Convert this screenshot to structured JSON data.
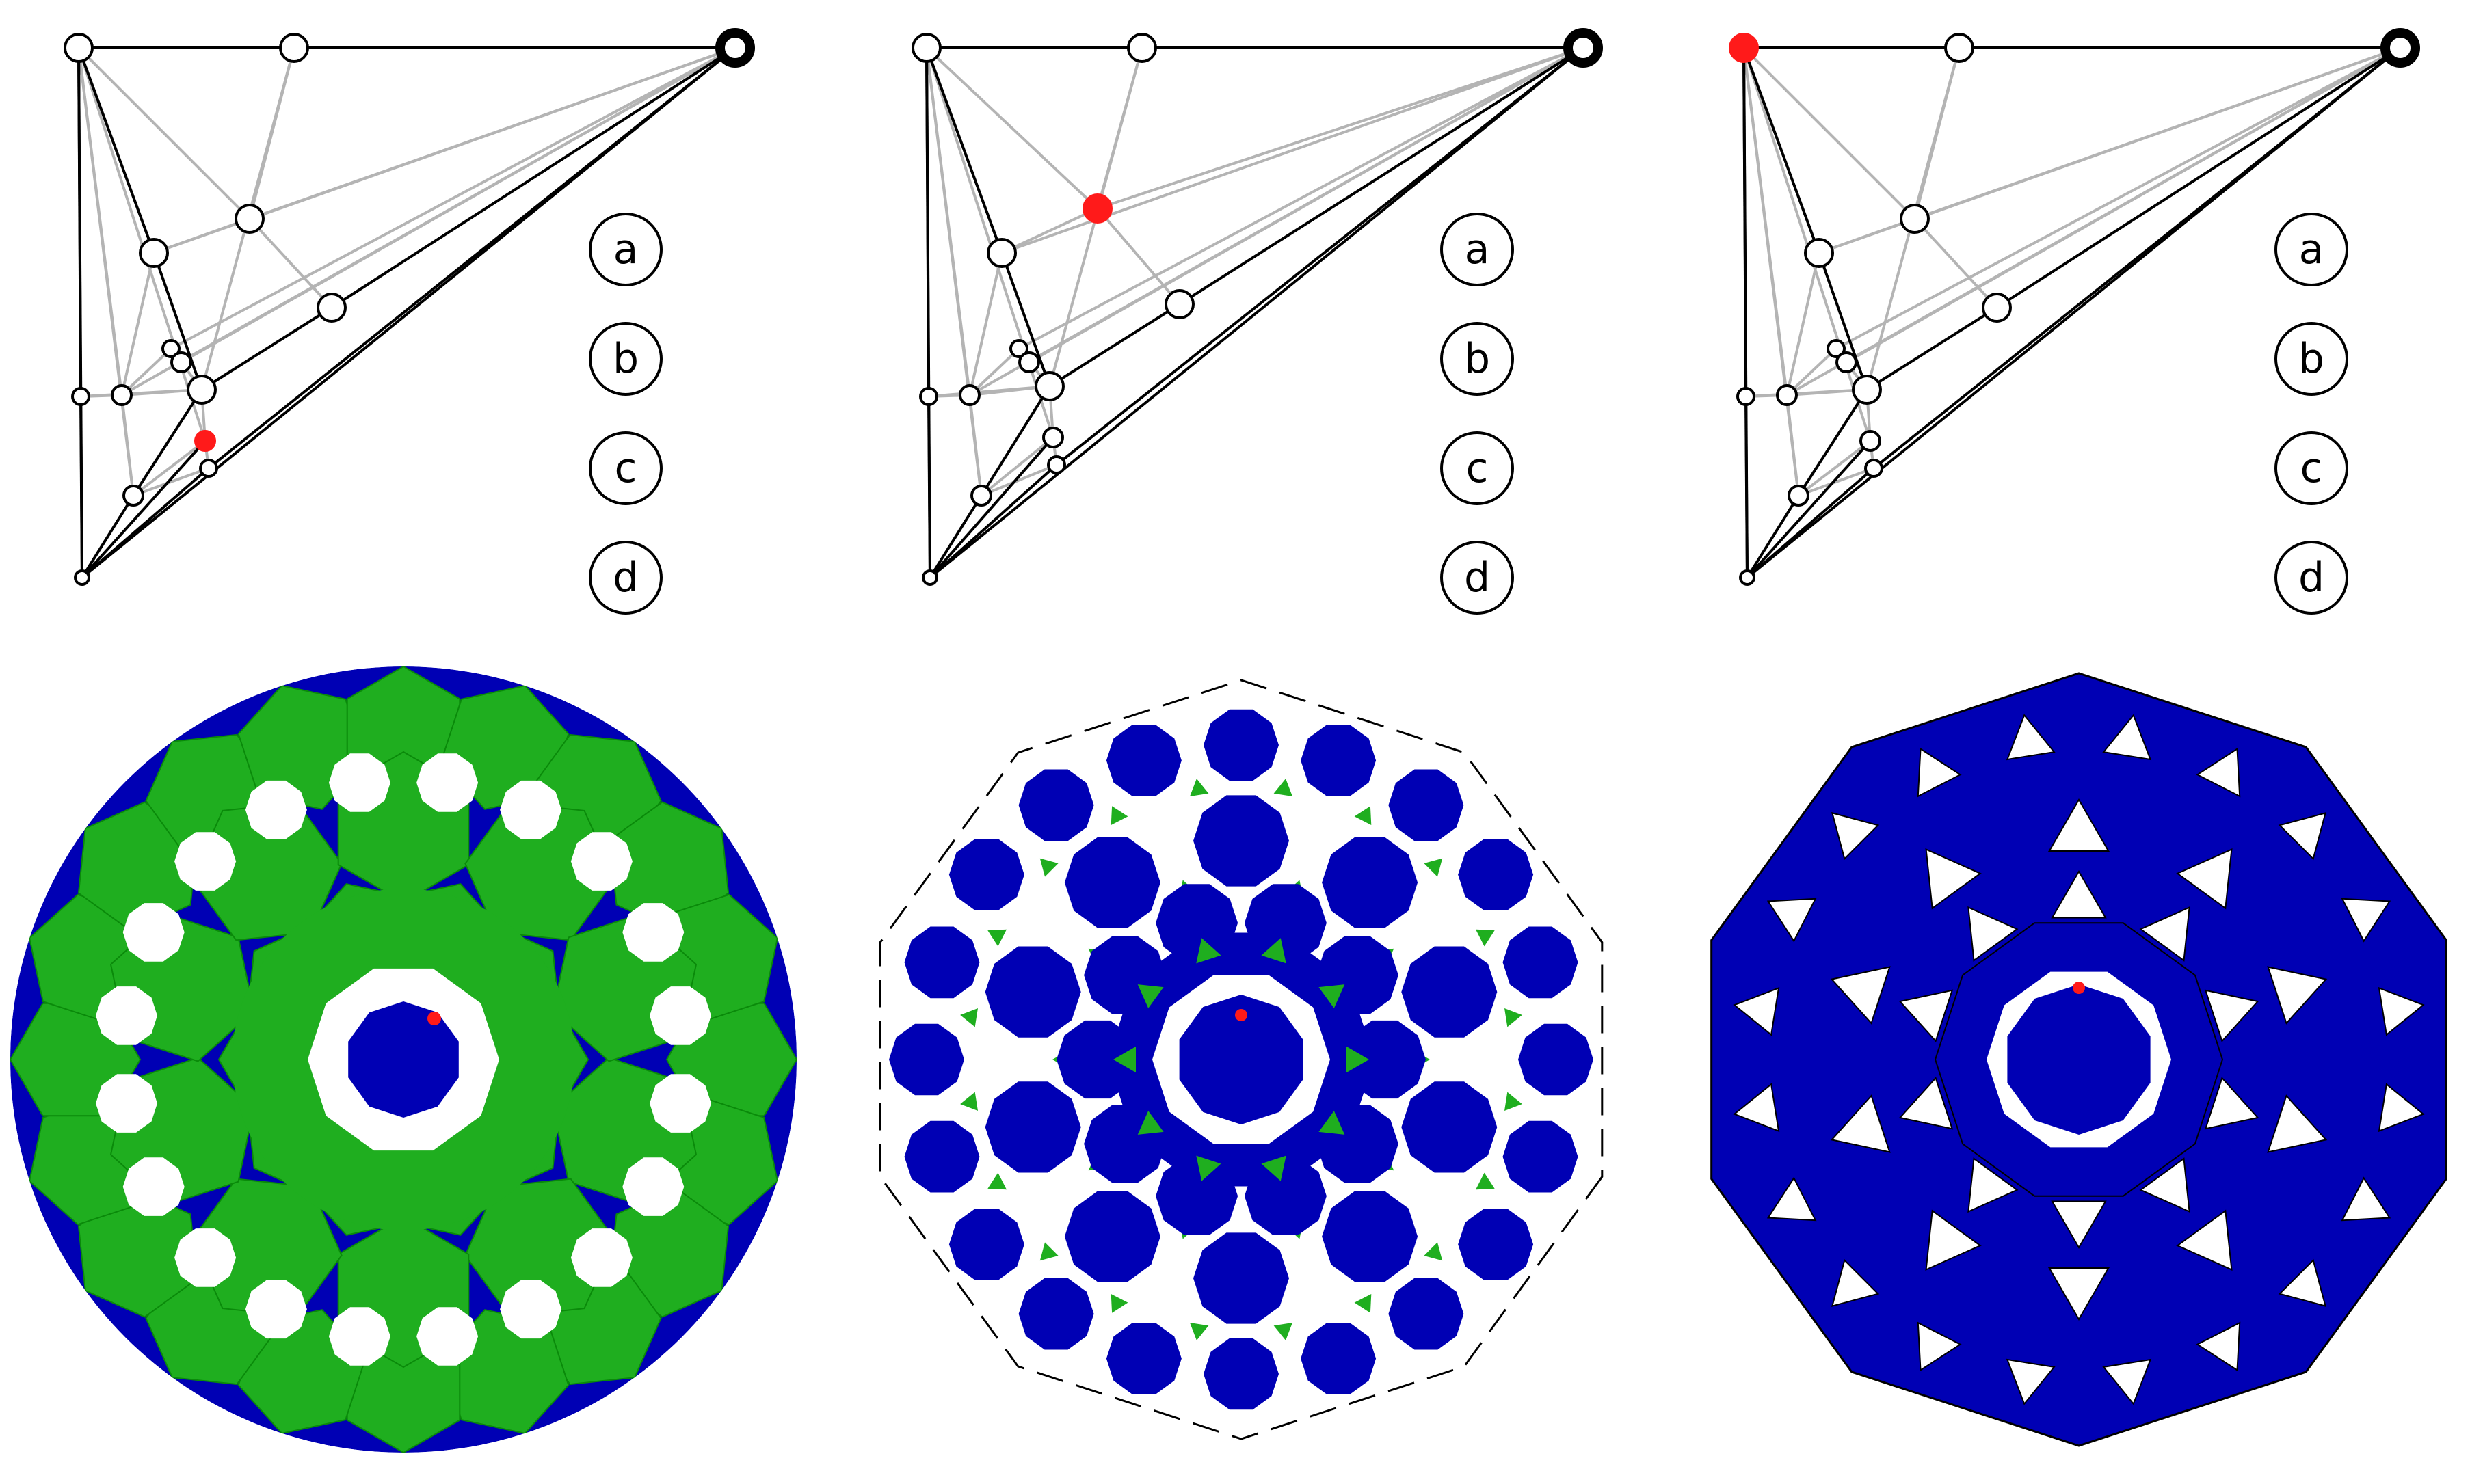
{
  "colors": {
    "face_blue": "#0000b4",
    "face_green": "#1fae1f",
    "selected_node": "#ff1a1a",
    "edge_dark": "#000000",
    "edge_light": "#b4b4b4",
    "background": "#ffffff"
  },
  "mirror_labels": [
    "a",
    "b",
    "c",
    "d"
  ],
  "panels": [
    {
      "id": "left",
      "generator_node": "node-9",
      "diagram_bottom": {
        "description_colors": [
          "blue",
          "green"
        ]
      }
    },
    {
      "id": "middle",
      "generator_node": "node-3",
      "diagram_bottom": {
        "description_colors": [
          "blue",
          "green"
        ]
      }
    },
    {
      "id": "right",
      "generator_node": "node-0",
      "diagram_bottom": {
        "description_colors": [
          "blue"
        ]
      }
    }
  ]
}
